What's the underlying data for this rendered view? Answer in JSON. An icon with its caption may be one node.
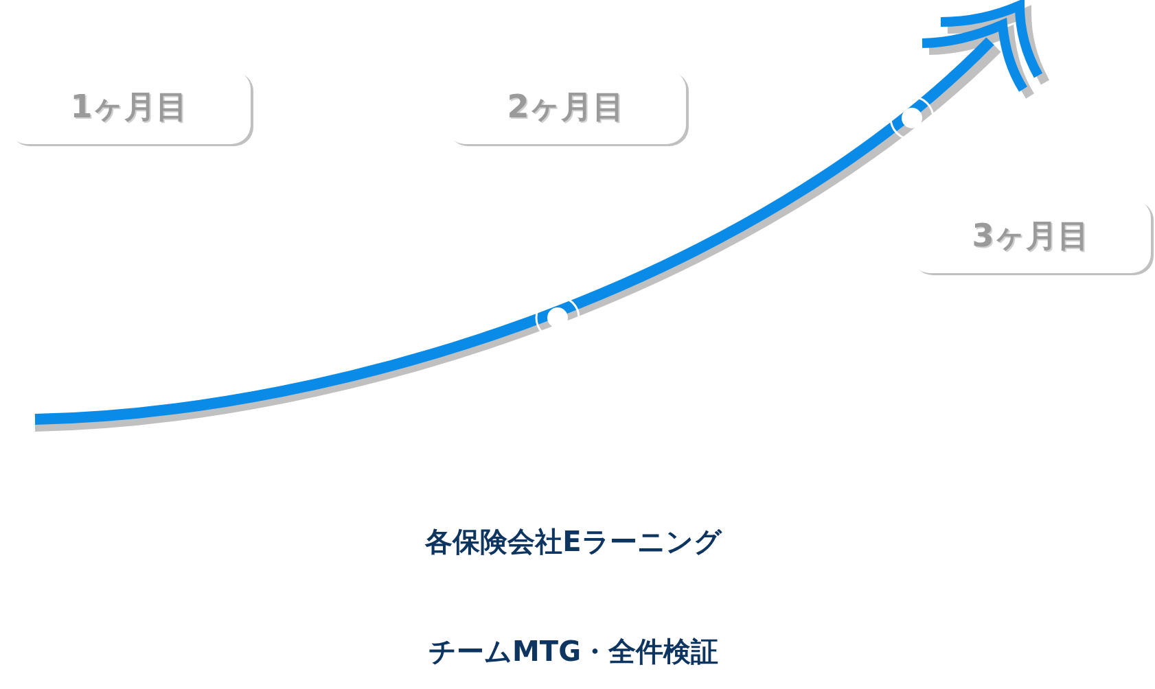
{
  "diagram": {
    "nodes": [
      {
        "text": [
          "1ヶ月目"
        ]
      },
      {
        "text": [
          "2ヶ月目"
        ]
      },
      {
        "text": [
          "3ヶ月目"
        ]
      }
    ],
    "labels": [
      "各保険会社Eラーニング",
      "チームMTG・全件検証"
    ]
  }
}
